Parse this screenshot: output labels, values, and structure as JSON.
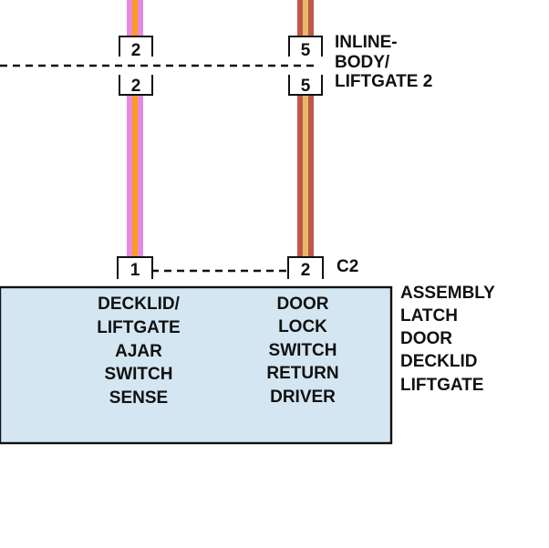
{
  "colors": {
    "wire_left_outer": "#e58ae0",
    "wire_left_inner": "#ff9a1e",
    "wire_right_outer": "#c0584a",
    "wire_right_inner": "#e8b86a",
    "component_fill": "#d3e6f1",
    "line": "#111111"
  },
  "inline_connector": {
    "name_lines": [
      "INLINE-",
      "BODY/",
      "LIFTGATE 2"
    ],
    "left_top_pin": "2",
    "left_bottom_pin": "2",
    "right_top_pin": "5",
    "right_bottom_pin": "5"
  },
  "c2_connector": {
    "name": "C2",
    "left_pin": "1",
    "right_pin": "2"
  },
  "component": {
    "left_function_lines": [
      "DECKLID/",
      "LIFTGATE",
      "AJAR",
      "SWITCH",
      "SENSE"
    ],
    "right_function_lines": [
      "DOOR",
      "LOCK",
      "SWITCH",
      "RETURN",
      "DRIVER"
    ],
    "name_lines": [
      "ASSEMBLY",
      "LATCH",
      "DOOR",
      "DECKLID",
      "LIFTGATE"
    ]
  }
}
